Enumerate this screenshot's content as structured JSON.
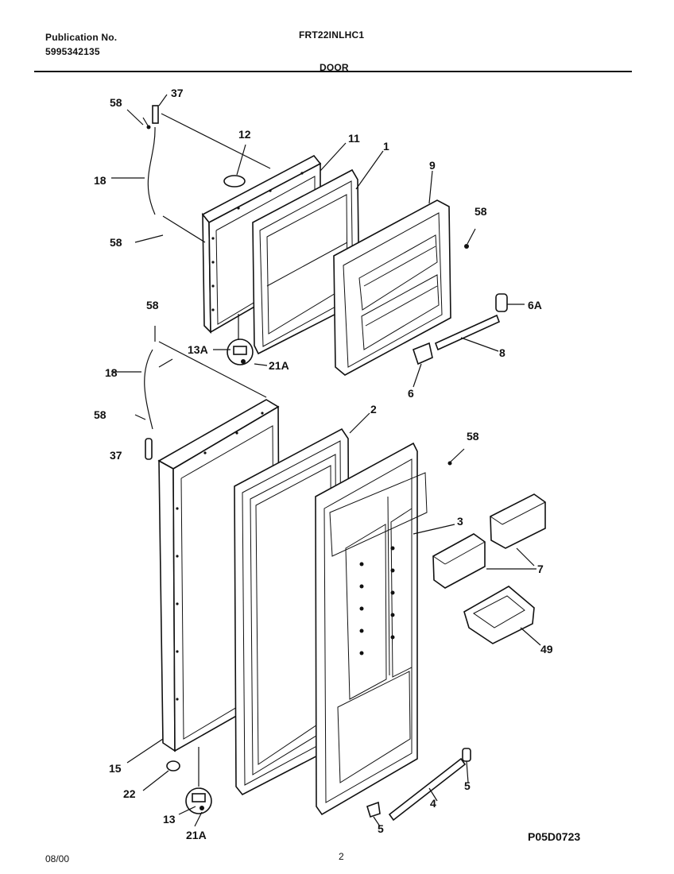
{
  "header": {
    "publication_label": "Publication No.",
    "publication_number": "5995342135",
    "model": "FRT22INLHC1",
    "section": "DOOR"
  },
  "footer": {
    "date": "08/00",
    "page": "2",
    "drawing_code": "P05D0723"
  },
  "callouts": {
    "c58a": "58",
    "c37a": "37",
    "c12": "12",
    "c11": "11",
    "c1": "1",
    "c9": "9",
    "c18a": "18",
    "c58b": "58",
    "c58c": "58",
    "c6A": "6A",
    "c58d": "58",
    "c13A": "13A",
    "c21Aa": "21A",
    "c8": "8",
    "c18b": "18",
    "c6": "6",
    "c58e": "58",
    "c37b": "37",
    "c2": "2",
    "c58f": "58",
    "c3": "3",
    "c7": "7",
    "c49": "49",
    "c15": "15",
    "c22": "22",
    "c13": "13",
    "c21Ab": "21A",
    "c5a": "5",
    "c4": "4",
    "c5b": "5"
  }
}
